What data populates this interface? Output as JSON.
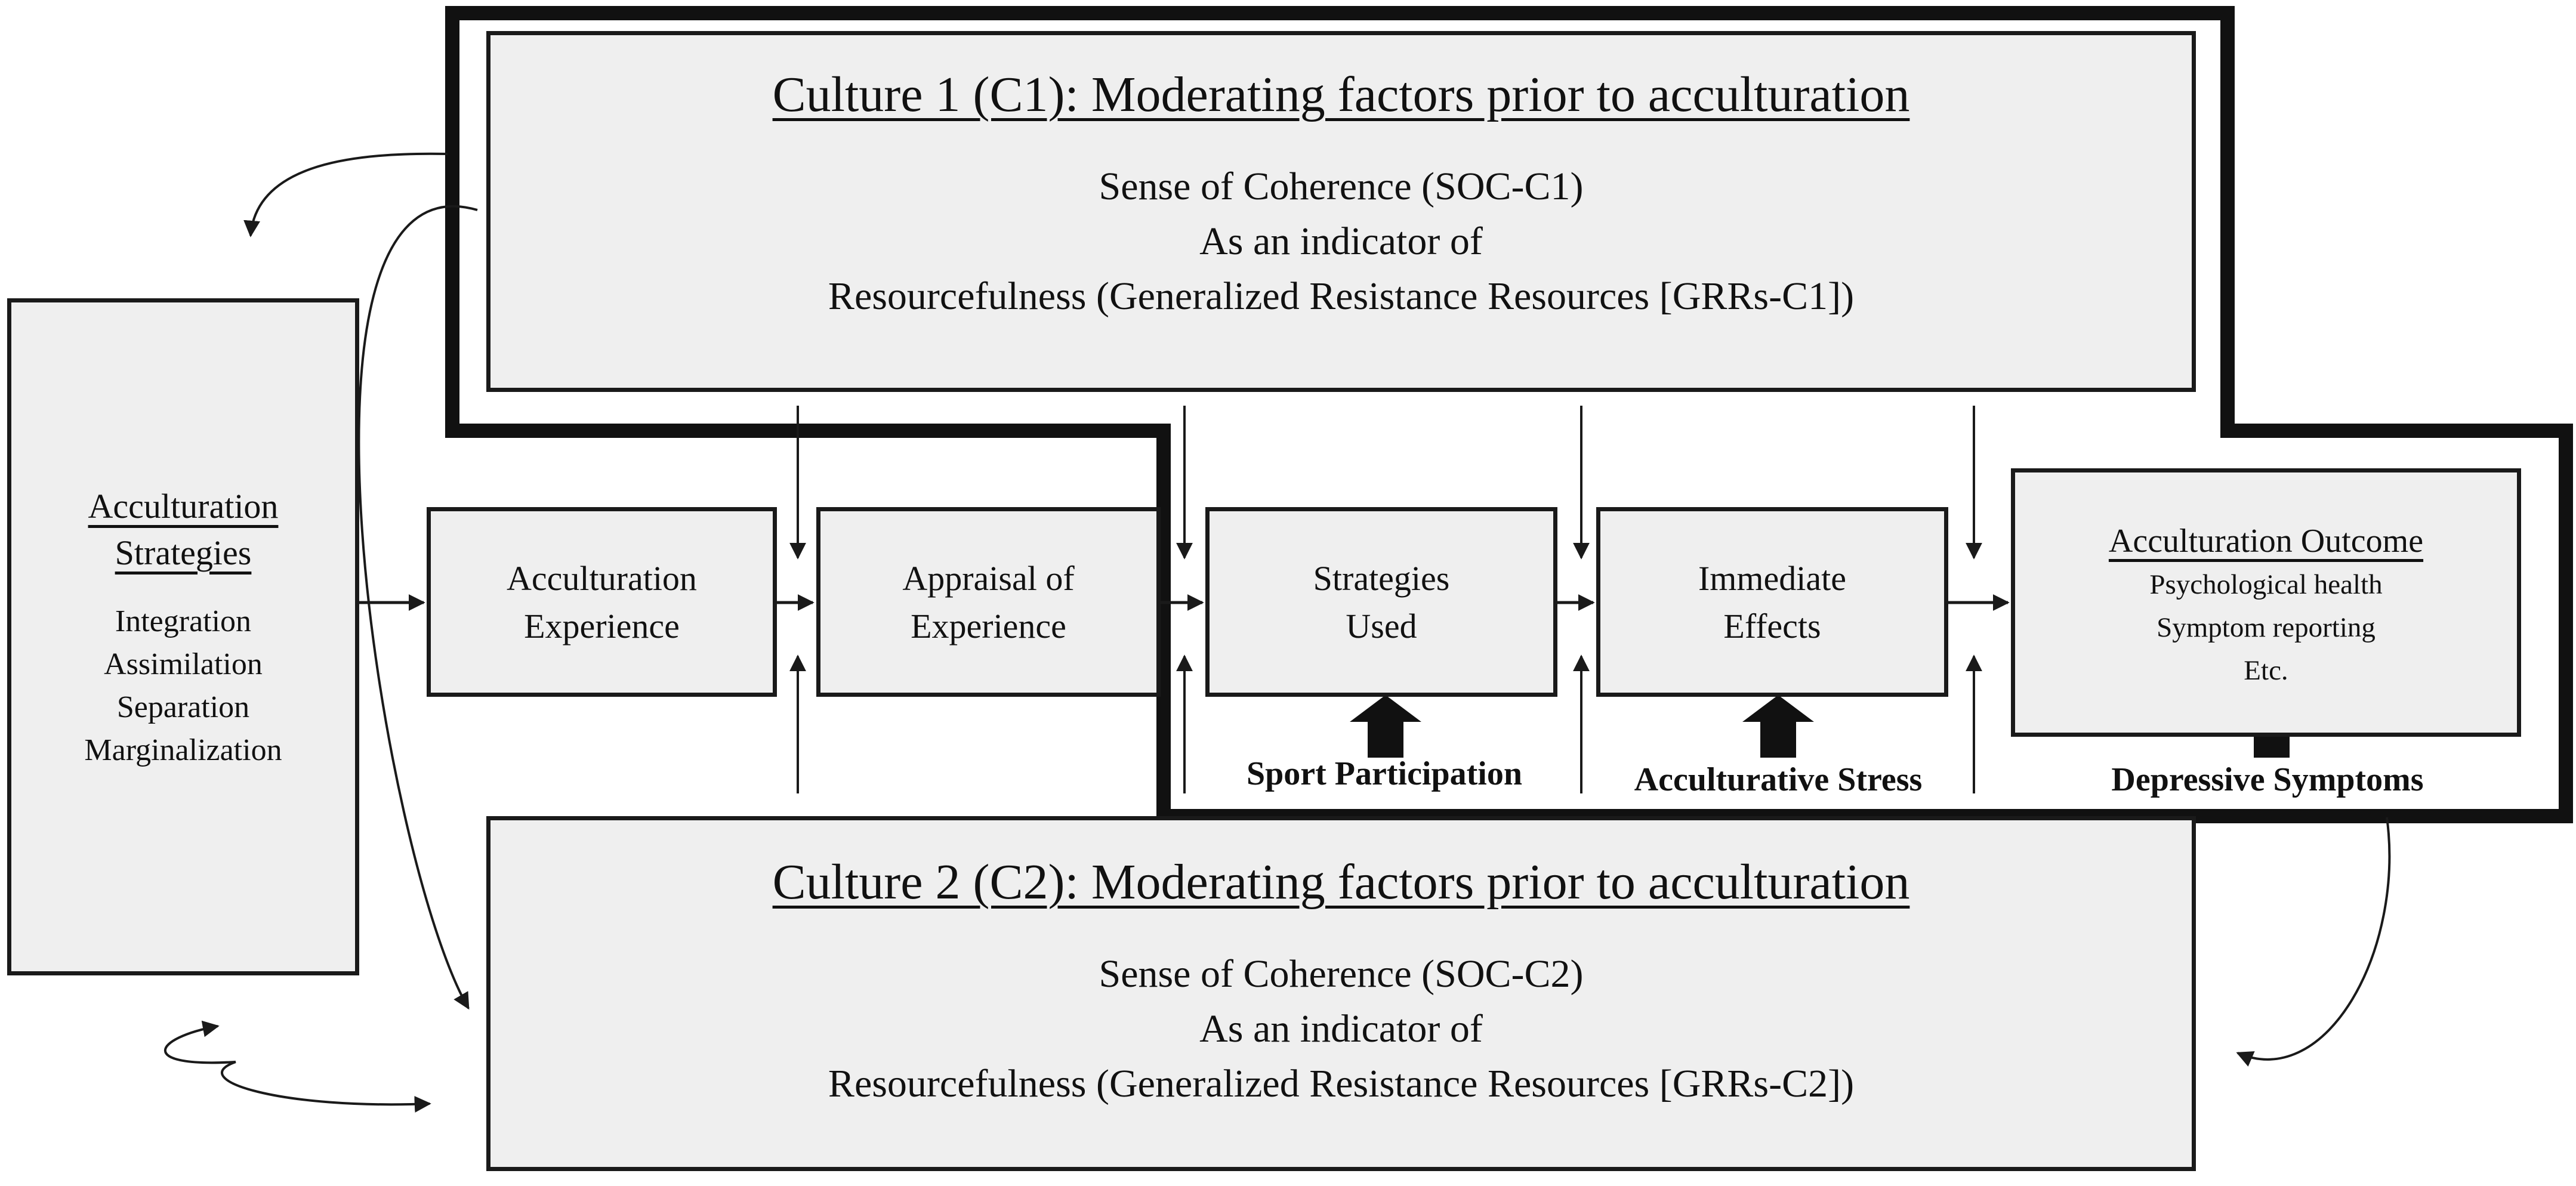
{
  "culture1": {
    "title": "Culture 1 (C1): Moderating factors prior to acculturation",
    "lines": [
      "Sense of Coherence (SOC-C1)",
      "As an indicator of",
      "Resourcefulness (Generalized Resistance Resources [GRRs-C1])"
    ]
  },
  "culture2": {
    "title": "Culture 2 (C2): Moderating factors prior to acculturation",
    "lines": [
      "Sense of Coherence (SOC-C2)",
      "As an indicator of",
      "Resourcefulness (Generalized Resistance Resources [GRRs-C2])"
    ]
  },
  "strategies": {
    "title": [
      "Acculturation",
      "Strategies"
    ],
    "items": [
      "Integration",
      "Assimilation",
      "Separation",
      "Marginalization"
    ]
  },
  "process": [
    {
      "line1": "Acculturation",
      "line2": "Experience"
    },
    {
      "line1": "Appraisal of",
      "line2": "Experience"
    },
    {
      "line1": "Strategies",
      "line2": "Used"
    },
    {
      "line1": "Immediate",
      "line2": "Effects"
    }
  ],
  "outcome": {
    "title": "Acculturation Outcome",
    "lines": [
      "Psychological health",
      "Symptom reporting",
      "Etc."
    ]
  },
  "measures": {
    "sport": "Sport Participation",
    "stress": "Acculturative Stress",
    "depressive": "Depressive Symptoms"
  },
  "colors": {
    "box_fill": "#efefef",
    "stroke": "#1a1a1a",
    "text": "#111111",
    "background": "#ffffff"
  }
}
